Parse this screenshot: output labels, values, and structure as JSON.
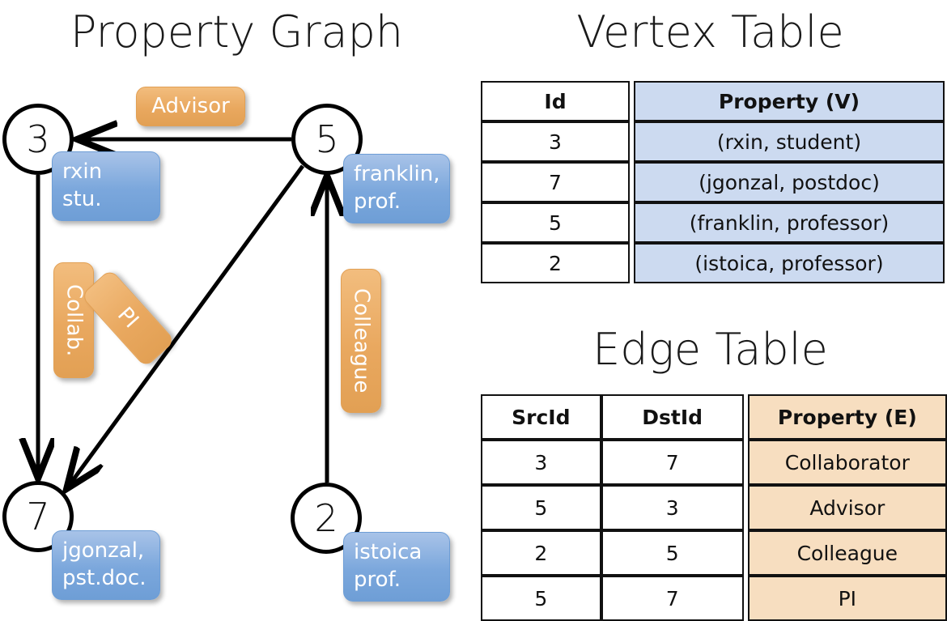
{
  "titles": {
    "property_graph": "Property Graph",
    "vertex_table": "Vertex Table",
    "edge_table": "Edge Table"
  },
  "graph": {
    "nodes": [
      {
        "id": "3",
        "property_line1": "rxin",
        "property_line2": "stu."
      },
      {
        "id": "5",
        "property_line1": "franklin,",
        "property_line2": "prof."
      },
      {
        "id": "7",
        "property_line1": "jgonzal,",
        "property_line2": "pst.doc."
      },
      {
        "id": "2",
        "property_line1": "istoica",
        "property_line2": "prof."
      }
    ],
    "edge_labels": [
      {
        "name": "advisor",
        "text": "Advisor"
      },
      {
        "name": "collab",
        "text": "Collab."
      },
      {
        "name": "pi",
        "text": "PI"
      },
      {
        "name": "colleague",
        "text": "Colleague"
      }
    ]
  },
  "vertex_table": {
    "headers": [
      "Id",
      "Property (V)"
    ],
    "rows": [
      {
        "id": "3",
        "property": "(rxin, student)"
      },
      {
        "id": "7",
        "property": "(jgonzal, postdoc)"
      },
      {
        "id": "5",
        "property": "(franklin, professor)"
      },
      {
        "id": "2",
        "property": "(istoica, professor)"
      }
    ]
  },
  "edge_table": {
    "headers": [
      "SrcId",
      "DstId",
      "Property (E)"
    ],
    "rows": [
      {
        "src": "3",
        "dst": "7",
        "property": "Collaborator"
      },
      {
        "src": "5",
        "dst": "3",
        "property": "Advisor"
      },
      {
        "src": "2",
        "dst": "5",
        "property": "Colleague"
      },
      {
        "src": "5",
        "dst": "7",
        "property": "PI"
      }
    ]
  },
  "colors": {
    "vertex_box": "#7ba7dc",
    "edge_box": "#e9a85f",
    "vertex_table_cell": "#ccdaf0",
    "edge_table_cell": "#f7dec0",
    "stroke": "#000000",
    "background": "#ffffff"
  }
}
